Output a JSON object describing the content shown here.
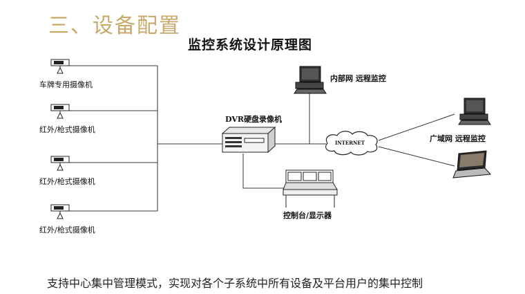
{
  "section_heading": "三、设备配置",
  "diagram_title": "监控系统设计原理图",
  "cameras": [
    {
      "label": "车牌专用摄像机"
    },
    {
      "label": "红外/枪式摄像机"
    },
    {
      "label": "红外/枪式摄像机"
    },
    {
      "label": "红外/枪式摄像机"
    }
  ],
  "dvr_label": "DVR硬盘录像机",
  "internal_monitor_label": "内部网 远程监控",
  "internet_label": "INTERNET",
  "wan_monitor_label": "广域网 远程监控",
  "console_label": "控制台/显示器",
  "footer_caption": "支持中心集中管理模式，实现对各个子系统中所有设备及平台用户的集中控制",
  "colors": {
    "heading": "#c8a96a",
    "line": "#333333"
  }
}
